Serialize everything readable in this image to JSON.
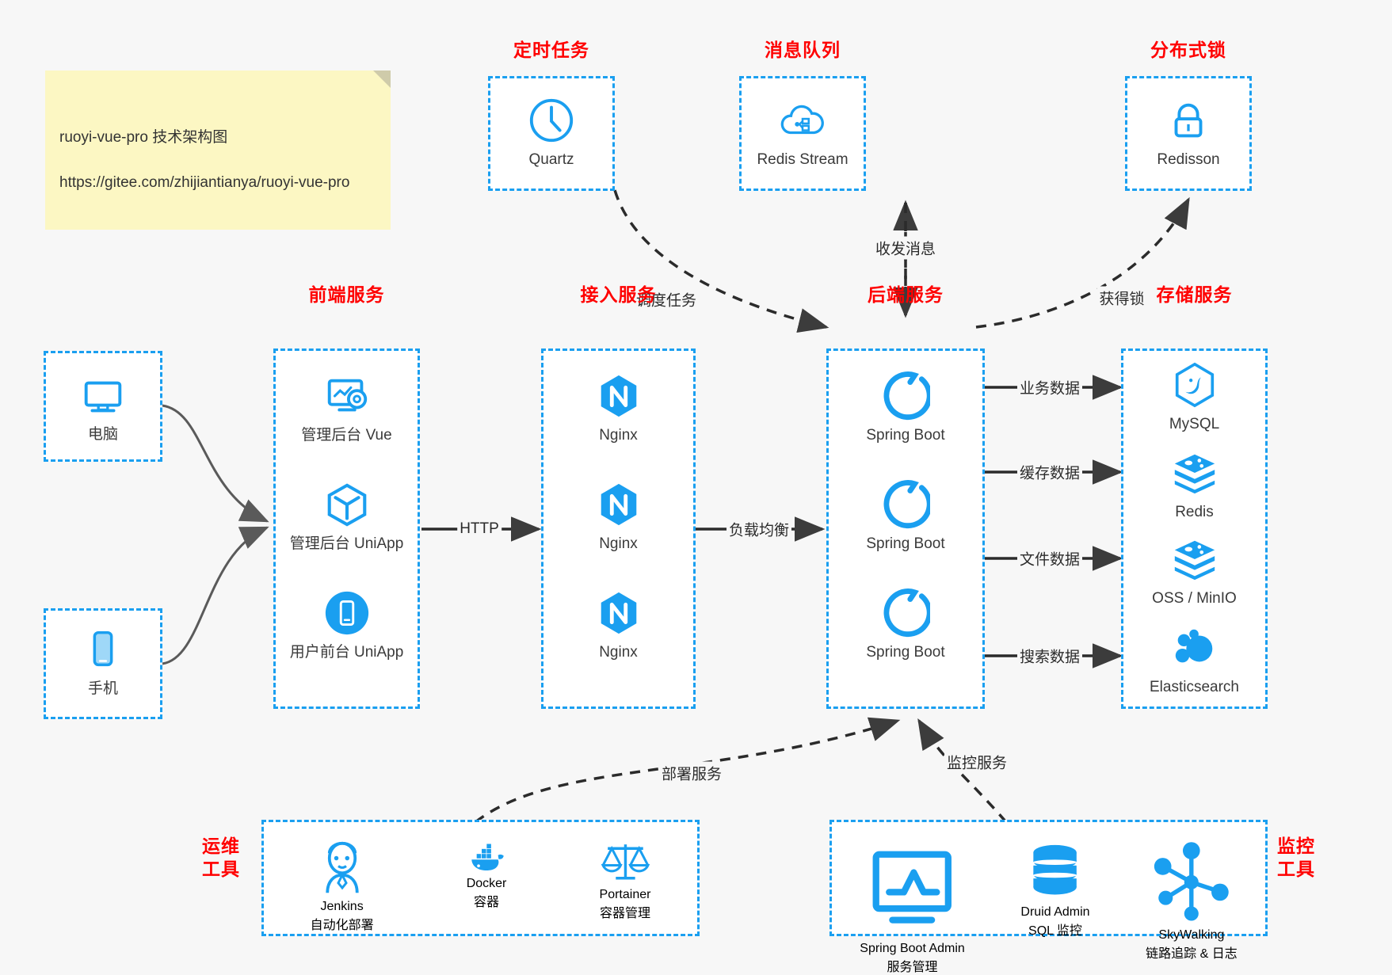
{
  "note": {
    "name": "architecture-note",
    "line1": "ruoyi-vue-pro 技术架构图",
    "line2": "https://gitee.com/zhijiantianya/ruoyi-vue-pro"
  },
  "colors": {
    "accent": "#1a9ff0",
    "group_title": "#ff0000",
    "node_text": "#3a3a3a",
    "edge": "#3c3c3c",
    "solid_client_edge": "#5a5a5a",
    "background": "#f7f7f7",
    "note_bg": "#fcf7c3"
  },
  "groups": {
    "scheduler": {
      "title": "定时任务",
      "items": [
        {
          "label": "Quartz",
          "icon": "clock-icon"
        }
      ]
    },
    "message_queue": {
      "title": "消息队列",
      "items": [
        {
          "label": "Redis Stream",
          "icon": "cloud-stream-icon"
        }
      ]
    },
    "distributed_lock": {
      "title": "分布式锁",
      "items": [
        {
          "label": "Redisson",
          "icon": "lock-icon"
        }
      ]
    },
    "clients": {
      "items": [
        {
          "label": "电脑",
          "icon": "desktop-icon"
        },
        {
          "label": "手机",
          "icon": "mobile-icon"
        }
      ]
    },
    "frontend": {
      "title": "前端服务",
      "items": [
        {
          "label": "管理后台 Vue",
          "icon": "dashboard-gear-icon"
        },
        {
          "label": "管理后台 UniApp",
          "icon": "cube-icon"
        },
        {
          "label": "用户前台 UniApp",
          "icon": "app-phone-icon"
        }
      ]
    },
    "gateway": {
      "title": "接入服务",
      "items": [
        {
          "label": "Nginx",
          "icon": "nginx-icon"
        },
        {
          "label": "Nginx",
          "icon": "nginx-icon"
        },
        {
          "label": "Nginx",
          "icon": "nginx-icon"
        }
      ]
    },
    "backend": {
      "title": "后端服务",
      "items": [
        {
          "label": "Spring Boot",
          "icon": "spring-icon"
        },
        {
          "label": "Spring Boot",
          "icon": "spring-icon"
        },
        {
          "label": "Spring Boot",
          "icon": "spring-icon"
        }
      ]
    },
    "storage": {
      "title": "存储服务",
      "items": [
        {
          "label": "MySQL",
          "icon": "mysql-icon"
        },
        {
          "label": "Redis",
          "icon": "redis-icon"
        },
        {
          "label": "OSS / MinIO",
          "icon": "oss-icon"
        },
        {
          "label": "Elasticsearch",
          "icon": "elasticsearch-icon"
        }
      ]
    },
    "ops_tools": {
      "title": "运维\n工具",
      "title_line1": "运维",
      "title_line2": "工具",
      "items": [
        {
          "label": "Jenkins",
          "sub": "自动化部署",
          "icon": "jenkins-icon"
        },
        {
          "label": "Docker",
          "sub": "容器",
          "icon": "docker-icon"
        },
        {
          "label": "Portainer",
          "sub": "容器管理",
          "icon": "scales-icon"
        }
      ]
    },
    "monitor_tools": {
      "title_line1": "监控",
      "title_line2": "工具",
      "items": [
        {
          "label": "Spring Boot Admin",
          "sub": "服务管理",
          "icon": "monitor-chart-icon"
        },
        {
          "label": "Druid Admin",
          "sub": "SQL 监控",
          "icon": "database-icon"
        },
        {
          "label": "SkyWalking",
          "sub": "链路追踪 & 日志",
          "icon": "skywalking-icon"
        }
      ]
    }
  },
  "edges": [
    {
      "id": "http",
      "label": "HTTP",
      "from": "frontend",
      "to": "gateway",
      "style": "solid"
    },
    {
      "id": "lb",
      "label": "负载均衡",
      "from": "gateway",
      "to": "backend",
      "style": "solid"
    },
    {
      "id": "biz-data",
      "label": "业务数据",
      "from": "backend",
      "to": "mysql",
      "style": "solid"
    },
    {
      "id": "cache-data",
      "label": "缓存数据",
      "from": "backend",
      "to": "redis",
      "style": "solid"
    },
    {
      "id": "file-data",
      "label": "文件数据",
      "from": "backend",
      "to": "oss",
      "style": "solid"
    },
    {
      "id": "search-data",
      "label": "搜索数据",
      "from": "backend",
      "to": "es",
      "style": "solid"
    },
    {
      "id": "schedule",
      "label": "调度任务",
      "from": "quartz",
      "to": "backend",
      "style": "dashed"
    },
    {
      "id": "mq",
      "label": "收发消息",
      "from": "backend",
      "to": "redis-stream",
      "style": "dashed-bidirectional"
    },
    {
      "id": "lock",
      "label": "获得锁",
      "from": "backend",
      "to": "redisson",
      "style": "dashed"
    },
    {
      "id": "deploy",
      "label": "部署服务",
      "from": "ops_tools",
      "to": "backend",
      "style": "dashed"
    },
    {
      "id": "monitor",
      "label": "监控服务",
      "from": "monitor_tools",
      "to": "backend",
      "style": "dashed"
    }
  ]
}
